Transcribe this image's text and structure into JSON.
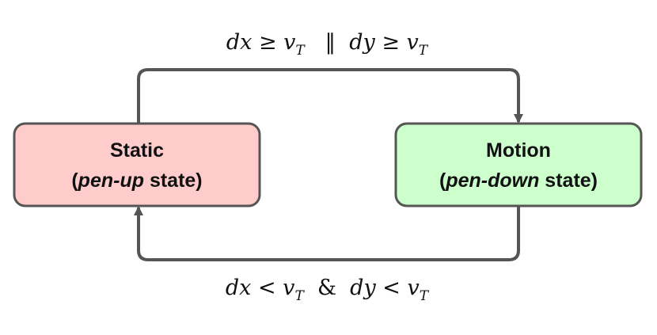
{
  "states": {
    "static": {
      "title": "Static",
      "paren_open": "(",
      "emphasis": "pen-up",
      "rest": " state)",
      "fill": "#ffcccc",
      "stroke": "#555555"
    },
    "motion": {
      "title": "Motion",
      "paren_open": "(",
      "emphasis": "pen-down",
      "rest": " state)",
      "fill": "#ccffcc",
      "stroke": "#555555"
    }
  },
  "transitions": {
    "to_motion": {
      "var1": "dx",
      "op1": " ≥ ",
      "thr1": "v",
      "sub1": "T",
      "joiner": "‖",
      "var2": "dy",
      "op2": " ≥ ",
      "thr2": "v",
      "sub2": "T"
    },
    "to_static": {
      "var1": "dx",
      "op1": " < ",
      "thr1": "v",
      "sub1": "T",
      "joiner": "&",
      "var2": "dy",
      "op2": " < ",
      "thr2": "v",
      "sub2": "T"
    }
  },
  "colors": {
    "arrow": "#555555"
  }
}
